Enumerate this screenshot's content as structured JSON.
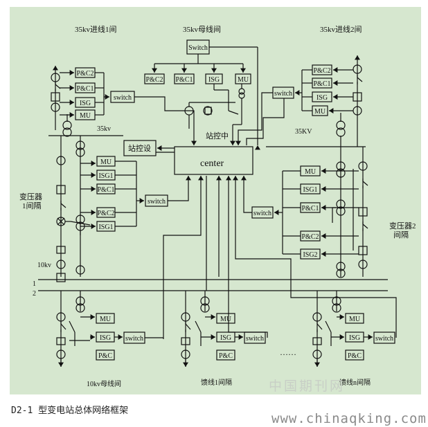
{
  "diagram": {
    "bay_35kv_in1": "35kv进线1间",
    "bay_35kv_bus": "35kv母线间",
    "bay_35kv_in2": "35kv进线2间",
    "bus_35kv_left": "35kv",
    "bus_35kv_right": "35KV",
    "station_control": "站控中",
    "station_device": "站控设",
    "center": "center",
    "transformer1": [
      "变压器",
      "1间隔"
    ],
    "transformer2": [
      "变压器2",
      "间隔"
    ],
    "bus_10kv": "10kv",
    "bus_line_1": "1",
    "bus_line_2": "2",
    "bay_10kv_bus": "10kv母线间",
    "bay_feeder1": "馈线1间隔",
    "bay_feeder_n": "馈线n间隔",
    "ellipsis": "……",
    "labels": {
      "switch": "Switch",
      "switch_lower": "switch",
      "pc1": "P&C1",
      "pc2": "P&C2",
      "pc": "P&C",
      "isg": "ISG",
      "isg1": "ISG1",
      "isg2": "ISG2",
      "mu": "MU"
    }
  },
  "caption": "D2-1 型变电站总体网络框架",
  "watermark": {
    "cn": "中国期刊网",
    "url": "www.chinaqking.com"
  },
  "colors": {
    "background": "#d6e7cf",
    "line": "#111111"
  }
}
